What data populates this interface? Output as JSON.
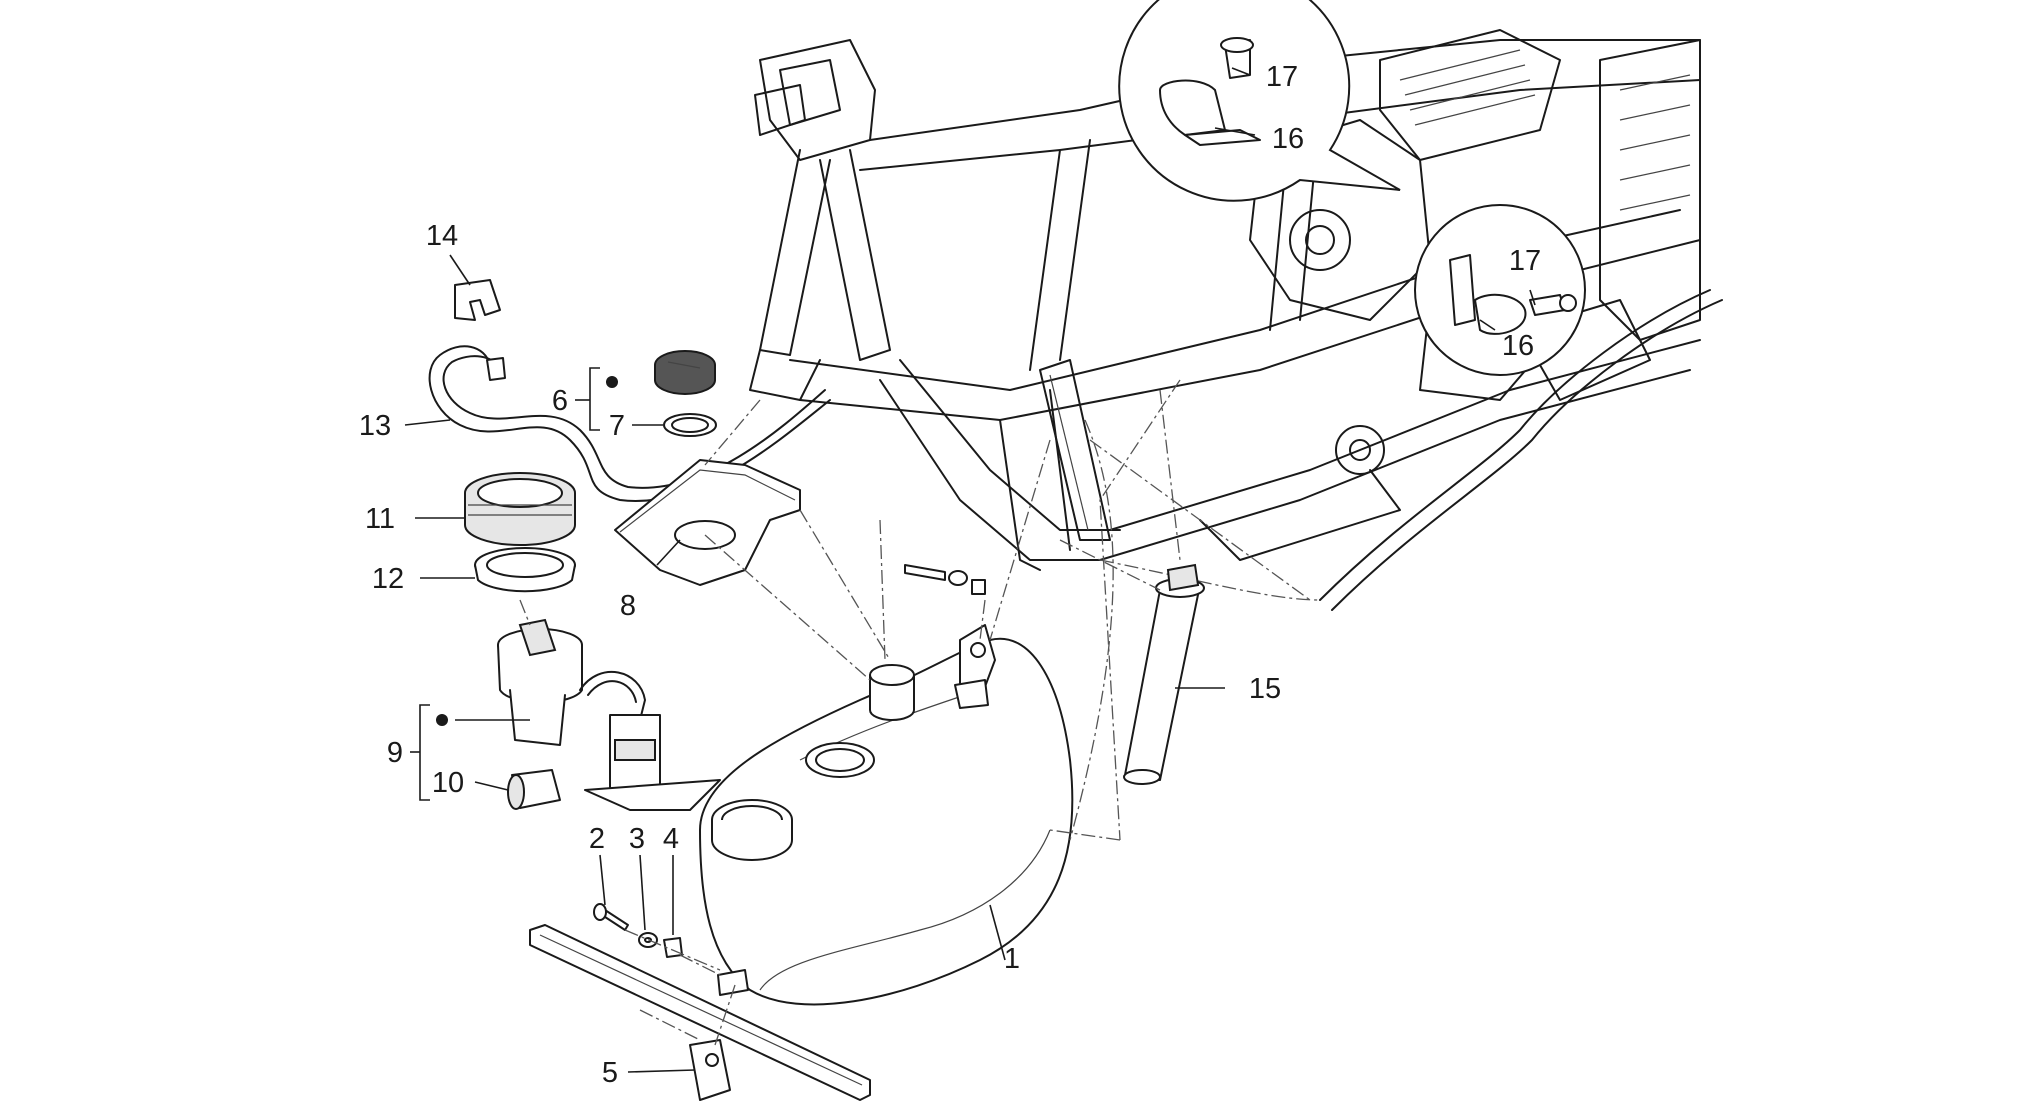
{
  "diagram": {
    "labels": {
      "p1": "1",
      "p2": "2",
      "p3": "3",
      "p4": "4",
      "p5": "5",
      "p6": "6",
      "p7": "7",
      "p8": "8",
      "p9": "9",
      "p10": "10",
      "p11": "11",
      "p12": "12",
      "p13": "13",
      "p14": "14",
      "p15": "15",
      "p16a": "16",
      "p17a": "17",
      "p16b": "16",
      "p17b": "17"
    }
  }
}
